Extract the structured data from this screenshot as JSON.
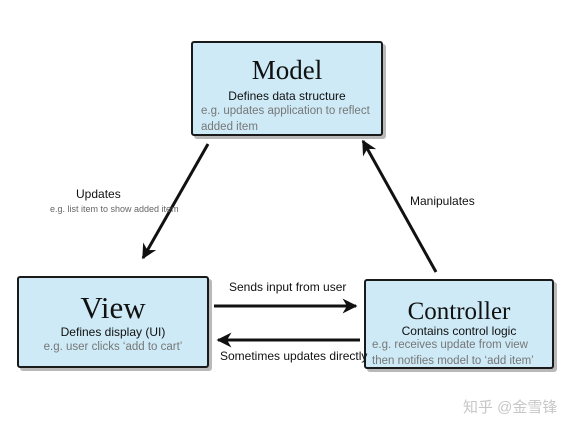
{
  "model": {
    "title": "Model",
    "subtitle": "Defines data structure",
    "note": "e.g. updates application to reflect added item"
  },
  "view": {
    "title": "View",
    "subtitle": "Defines display (UI)",
    "note": "e.g. user clicks ‘add to cart’"
  },
  "controller": {
    "title": "Controller",
    "subtitle": "Contains control logic",
    "note_line1": "e.g. receives update from view",
    "note_line2": "then notifies model to ‘add item’"
  },
  "edges": {
    "model_to_view": {
      "label": "Updates",
      "note": "e.g. list item to show added item"
    },
    "controller_to_model": {
      "label": "Manipulates"
    },
    "view_to_controller": {
      "label": "Sends input from user"
    },
    "controller_to_view": {
      "label": "Sometimes updates directly"
    }
  },
  "colors": {
    "box_fill": "#cdeaf6",
    "box_border": "#1a1a1a",
    "arrow": "#111111",
    "note_text": "#777777"
  },
  "watermark": "知乎 @金雪锋"
}
